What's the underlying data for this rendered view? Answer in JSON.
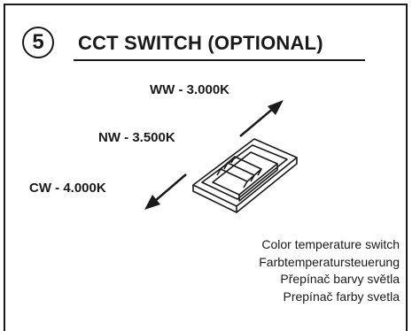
{
  "header": {
    "step_number": "5",
    "title": "CCT SWITCH (OPTIONAL)"
  },
  "options": {
    "ww": "WW - 3.000K",
    "nw": "NW - 3.500K",
    "cw": "CW - 4.000K"
  },
  "description": [
    "Color temperature switch",
    "Farbtemperatursteuerung",
    "Přepínač barvy světla",
    "Prepínač farby svetla"
  ],
  "colors": {
    "ink": "#1a1a1a",
    "background": "#ffffff"
  }
}
